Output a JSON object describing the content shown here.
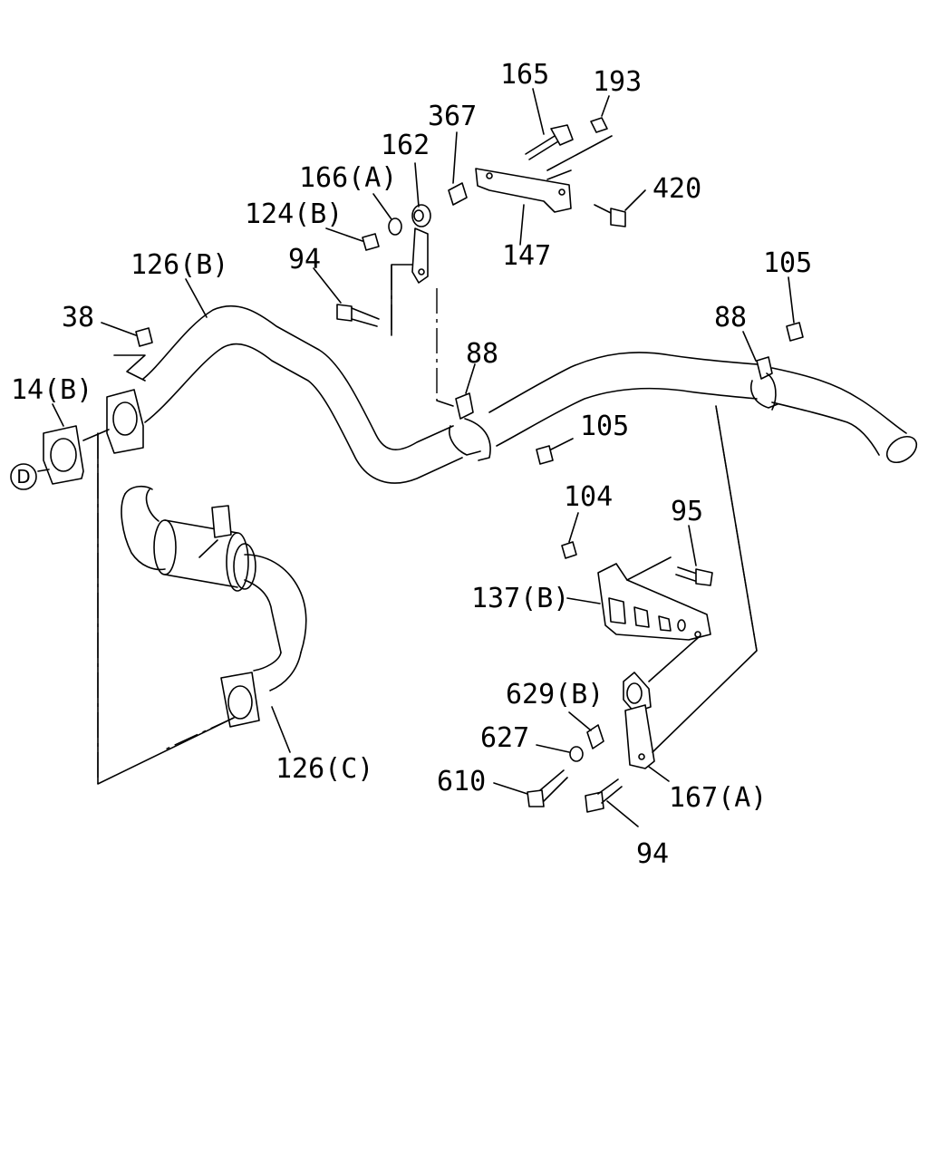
{
  "diagram": {
    "labels": {
      "p165": "165",
      "p193": "193",
      "p367": "367",
      "p162": "162",
      "p166a": "166(A)",
      "p420": "420",
      "p124b": "124(B)",
      "p147": "147",
      "p126b": "126(B)",
      "p94_top": "94",
      "p105_right": "105",
      "p38": "38",
      "p88_right": "88",
      "p14b": "14(B)",
      "p88_mid": "88",
      "p105_mid": "105",
      "p104": "104",
      "p95": "95",
      "p137b": "137(B)",
      "p629b": "629(B)",
      "p627": "627",
      "p126c": "126(C)",
      "p610": "610",
      "p167a": "167(A)",
      "p94_bottom": "94"
    },
    "ref_mark": "D"
  }
}
